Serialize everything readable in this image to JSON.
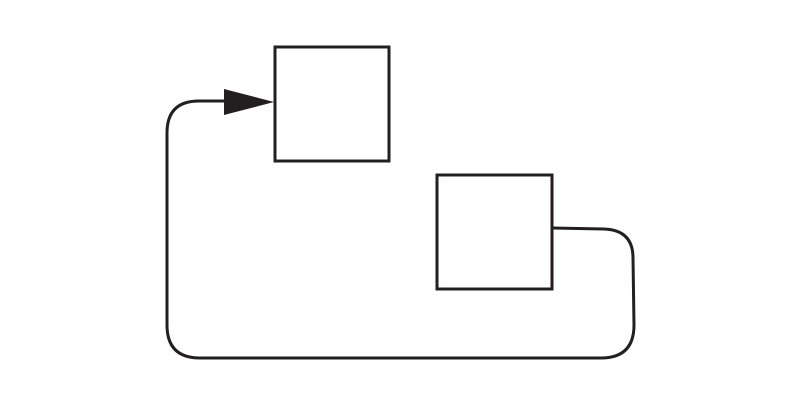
{
  "diagram": {
    "type": "block-diagram",
    "blocks": [
      {
        "id": "block-1",
        "label": ""
      },
      {
        "id": "block-2",
        "label": ""
      }
    ],
    "connections": [
      {
        "from": "block-2",
        "to": "block-1",
        "routing": "loop-around-bottom-left",
        "arrowhead": "end"
      }
    ],
    "colors": {
      "background": "#ffffff",
      "stroke": "#231f20"
    }
  }
}
